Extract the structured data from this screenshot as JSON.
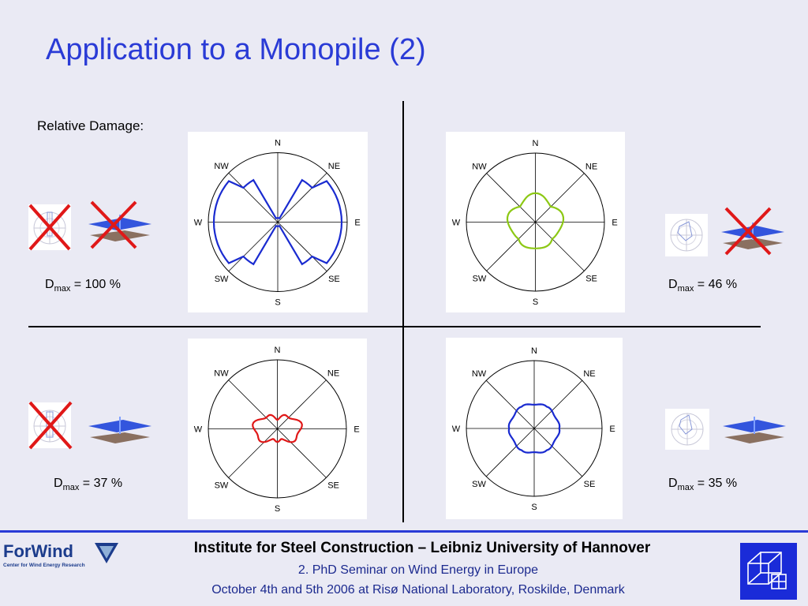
{
  "slide": {
    "title": "Application to a Monopile (2)",
    "relative_damage_label": "Relative Damage:"
  },
  "compass": [
    "N",
    "NE",
    "E",
    "SE",
    "S",
    "SW",
    "W",
    "NW"
  ],
  "quadrants": [
    {
      "dmax_prefix": "D",
      "dmax_sub": "max",
      "dmax_value": " = 100 %",
      "curve_color": "#1a2bd0"
    },
    {
      "dmax_prefix": "D",
      "dmax_sub": "max",
      "dmax_value": " = 46 %",
      "curve_color": "#8cc814"
    },
    {
      "dmax_prefix": "D",
      "dmax_sub": "max",
      "dmax_value": " = 37 %",
      "curve_color": "#e01818"
    },
    {
      "dmax_prefix": "D",
      "dmax_sub": "max",
      "dmax_value": " = 35 %",
      "curve_color": "#1a2bd0"
    }
  ],
  "footer": {
    "institute": "Institute for Steel Construction – Leibniz University of Hannover",
    "seminar": "2. PhD Seminar on Wind Energy in Europe",
    "dates": "October 4th and 5th 2006 at Risø National Laboratory, Roskilde, Denmark",
    "logo_name": "ForWind",
    "logo_sub": "Center for Wind Energy Research"
  },
  "colors": {
    "title": "#2a3bd6",
    "background": "#eaeaf4",
    "cross": "#e01818",
    "surface_top": "#3355dd",
    "surface_bottom": "#8a7060"
  }
}
